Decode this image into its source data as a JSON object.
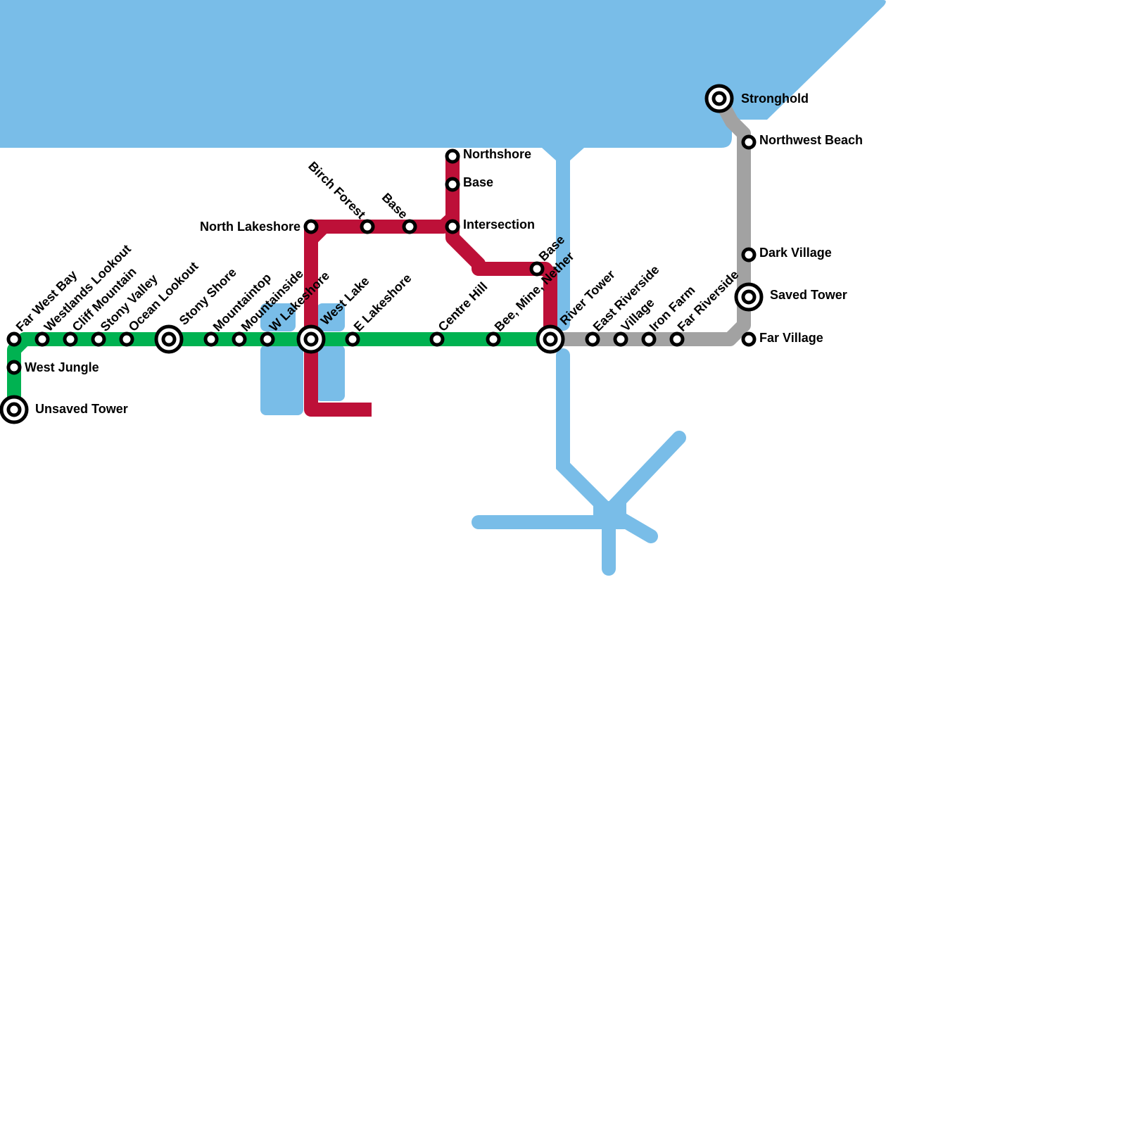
{
  "map": {
    "colors": {
      "water": "#79bde8",
      "green_line": "#00b251",
      "red_line": "#bd1038",
      "grey_line": "#a2a2a2",
      "station_stroke": "#000000",
      "station_fill": "#ffffff",
      "background": "#ffffff"
    },
    "lines": [
      {
        "id": "green",
        "color_key": "green_line",
        "stations": [
          "Unsaved Tower",
          "West Jungle",
          "Far West Bay",
          "Westlands Lookout",
          "Cliff Mountain",
          "Stony Valley",
          "Ocean Lookout",
          "Stony Shore",
          "Mountaintop",
          "Mountainside",
          "W Lakeshore",
          "West Lake",
          "E Lakeshore",
          "Centre Hill",
          "Bee, Mine, Nether",
          "River Tower"
        ]
      },
      {
        "id": "red",
        "color_key": "red_line",
        "stations": [
          "West Lake",
          "North Lakeshore",
          "Birch Forest",
          "Base",
          "Intersection",
          "Northshore",
          "Base",
          "Base",
          "River Tower"
        ]
      },
      {
        "id": "grey",
        "color_key": "grey_line",
        "stations": [
          "River Tower",
          "East Riverside",
          "Village",
          "Iron Farm",
          "Far Riverside",
          "Far Village",
          "Saved Tower",
          "Dark Village",
          "Northwest Beach",
          "Stronghold"
        ]
      }
    ],
    "stations": {
      "far_west_bay": {
        "name": "Far West Bay",
        "interchange": false
      },
      "westlands_lookout": {
        "name": "Westlands Lookout",
        "interchange": false
      },
      "cliff_mountain": {
        "name": "Cliff Mountain",
        "interchange": false
      },
      "stony_valley": {
        "name": "Stony Valley",
        "interchange": false
      },
      "ocean_lookout": {
        "name": "Ocean Lookout",
        "interchange": false
      },
      "stony_shore": {
        "name": "Stony Shore",
        "interchange": true
      },
      "mountaintop": {
        "name": "Mountaintop",
        "interchange": false
      },
      "mountainside": {
        "name": "Mountainside",
        "interchange": false
      },
      "w_lakeshore": {
        "name": "W Lakeshore",
        "interchange": false
      },
      "west_lake": {
        "name": "West Lake",
        "interchange": true
      },
      "e_lakeshore": {
        "name": "E Lakeshore",
        "interchange": false
      },
      "centre_hill": {
        "name": "Centre Hill",
        "interchange": false
      },
      "bee_mine_nether": {
        "name": "Bee, Mine, Nether",
        "interchange": false
      },
      "river_tower": {
        "name": "River Tower",
        "interchange": true
      },
      "west_jungle": {
        "name": "West Jungle",
        "interchange": false
      },
      "unsaved_tower": {
        "name": "Unsaved Tower",
        "interchange": true
      },
      "north_lakeshore": {
        "name": "North Lakeshore",
        "interchange": false
      },
      "birch_forest": {
        "name": "Birch Forest",
        "interchange": false
      },
      "base_west": {
        "name": "Base",
        "interchange": false
      },
      "intersection": {
        "name": "Intersection",
        "interchange": false
      },
      "base_north": {
        "name": "Base",
        "interchange": false
      },
      "northshore": {
        "name": "Northshore",
        "interchange": false
      },
      "base_east": {
        "name": "Base",
        "interchange": false
      },
      "east_riverside": {
        "name": "East Riverside",
        "interchange": false
      },
      "village": {
        "name": "Village",
        "interchange": false
      },
      "iron_farm": {
        "name": "Iron Farm",
        "interchange": false
      },
      "far_riverside": {
        "name": "Far Riverside",
        "interchange": false
      },
      "far_village": {
        "name": "Far Village",
        "interchange": false
      },
      "saved_tower": {
        "name": "Saved Tower",
        "interchange": true
      },
      "dark_village": {
        "name": "Dark Village",
        "interchange": false
      },
      "northwest_beach": {
        "name": "Northwest Beach",
        "interchange": false
      },
      "stronghold": {
        "name": "Stronghold",
        "interchange": true
      }
    }
  }
}
